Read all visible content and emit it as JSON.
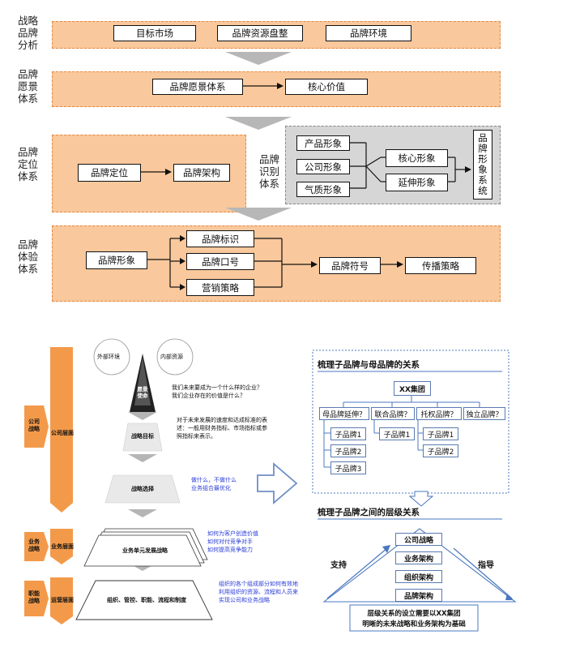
{
  "top": {
    "rows": [
      {
        "label": "战略品牌分析",
        "boxes": [
          "目标市场",
          "品牌资源盘整",
          "品牌环境"
        ]
      },
      {
        "label": "品牌愿景体系",
        "boxes": [
          "品牌愿景体系",
          "核心价值"
        ]
      },
      {
        "label": "品牌定位体系",
        "boxes": [
          "品牌定位",
          "品牌架构"
        ]
      },
      {
        "label": "品牌体验体系",
        "boxes": [
          "品牌形象",
          "品牌标识",
          "品牌口号",
          "营销策略",
          "品牌符号",
          "传播策略"
        ]
      }
    ],
    "identity": {
      "label": "品牌识别体系",
      "left_boxes": [
        "产品形象",
        "公司形象",
        "气质形象"
      ],
      "mid_boxes": [
        "核心形象",
        "延伸形象"
      ],
      "right_box": "品牌形象系统"
    }
  },
  "bottom_left": {
    "circles": [
      "外部环境",
      "内部资源"
    ],
    "apex": "愿景使命",
    "apex_text": [
      "我们未来要成为一个什么样的企业？",
      "我们企业存在的价值是什么？"
    ],
    "level1": "战略目标",
    "level1_text": [
      "对于未来发展的速度和达成标准的表",
      "述：一般用财务指标、市场指标或参",
      "照指标来表示。"
    ],
    "level2": "战略选择",
    "level2_text": [
      "做什么，不做什么",
      "业务组合最优化"
    ],
    "level3": "业务单元发展战略",
    "level3_text": [
      "如何为客户创造价值",
      "如何对付竞争对手",
      "如何提高竞争能力"
    ],
    "level4": "组织、管控、职能、流程和制度",
    "level4_text": [
      "组织的各个组成部分如何有效地",
      "利用组织的资源、流程和人员来",
      "实现公司和业务战略"
    ],
    "side_labels": [
      "公司战略",
      "业务战略",
      "职能战略"
    ],
    "bar_labels": [
      "公司层面",
      "业务层面",
      "运营层面"
    ]
  },
  "bottom_right": {
    "title1": "梳理子品牌与母品牌的关系",
    "group": "XX集团",
    "types": [
      "母品牌延伸？",
      "联合品牌？",
      "托权品牌？",
      "独立品牌？"
    ],
    "subs": [
      "子品牌1",
      "子品牌2",
      "子品牌3"
    ],
    "title2": "梳理子品牌之间的层级关系",
    "support": "支持",
    "guide": "指导",
    "stack": [
      "公司战略",
      "业务架构",
      "组织架构",
      "品牌架构"
    ],
    "footer": [
      "层级关系的设立需要以XX集团",
      "明晰的未来战略和业务架构为基础"
    ]
  },
  "colors": {
    "band": "#f9c89c",
    "orange": "#f39a4a",
    "blue": "#2a3cd6",
    "frame_blue": "#4a78c0"
  }
}
